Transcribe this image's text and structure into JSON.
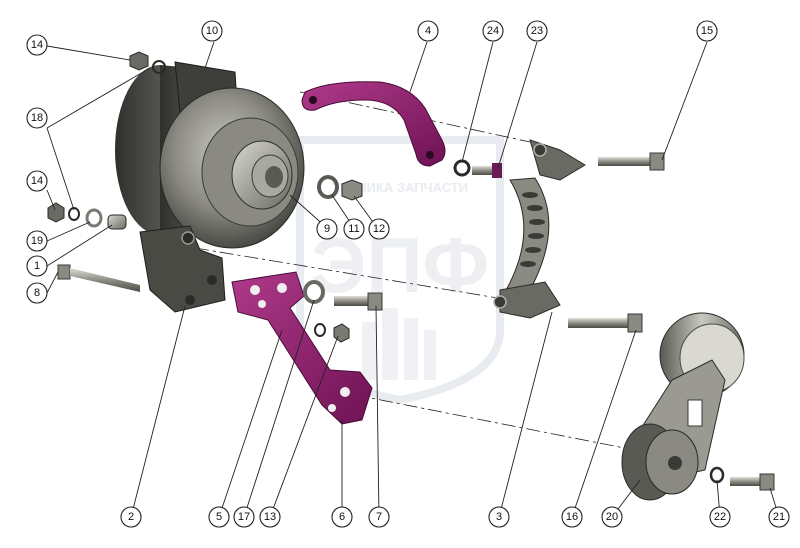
{
  "watermark": {
    "brand": "ЭПФ",
    "caption": "ТЕХНИКА ЗАПЧАСТИ"
  },
  "colors": {
    "part_dark": "#4a4a44",
    "part_mid": "#7a7a72",
    "part_light": "#b9b9b0",
    "bracket_purple": "#8e1f6f",
    "watermark": "#e3e6ec"
  },
  "callouts": [
    {
      "id": "c1",
      "label": "1"
    },
    {
      "id": "c2",
      "label": "2"
    },
    {
      "id": "c3",
      "label": "3"
    },
    {
      "id": "c4",
      "label": "4"
    },
    {
      "id": "c5",
      "label": "5"
    },
    {
      "id": "c6",
      "label": "6"
    },
    {
      "id": "c7",
      "label": "7"
    },
    {
      "id": "c8",
      "label": "8"
    },
    {
      "id": "c9",
      "label": "9"
    },
    {
      "id": "c10",
      "label": "10"
    },
    {
      "id": "c11",
      "label": "11"
    },
    {
      "id": "c12",
      "label": "12"
    },
    {
      "id": "c13",
      "label": "13"
    },
    {
      "id": "c14a",
      "label": "14"
    },
    {
      "id": "c14b",
      "label": "14"
    },
    {
      "id": "c15",
      "label": "15"
    },
    {
      "id": "c16",
      "label": "16"
    },
    {
      "id": "c17",
      "label": "17"
    },
    {
      "id": "c18",
      "label": "18"
    },
    {
      "id": "c19",
      "label": "19"
    },
    {
      "id": "c20",
      "label": "20"
    },
    {
      "id": "c21",
      "label": "21"
    },
    {
      "id": "c22",
      "label": "22"
    },
    {
      "id": "c23",
      "label": "23"
    },
    {
      "id": "c24",
      "label": "24"
    }
  ]
}
